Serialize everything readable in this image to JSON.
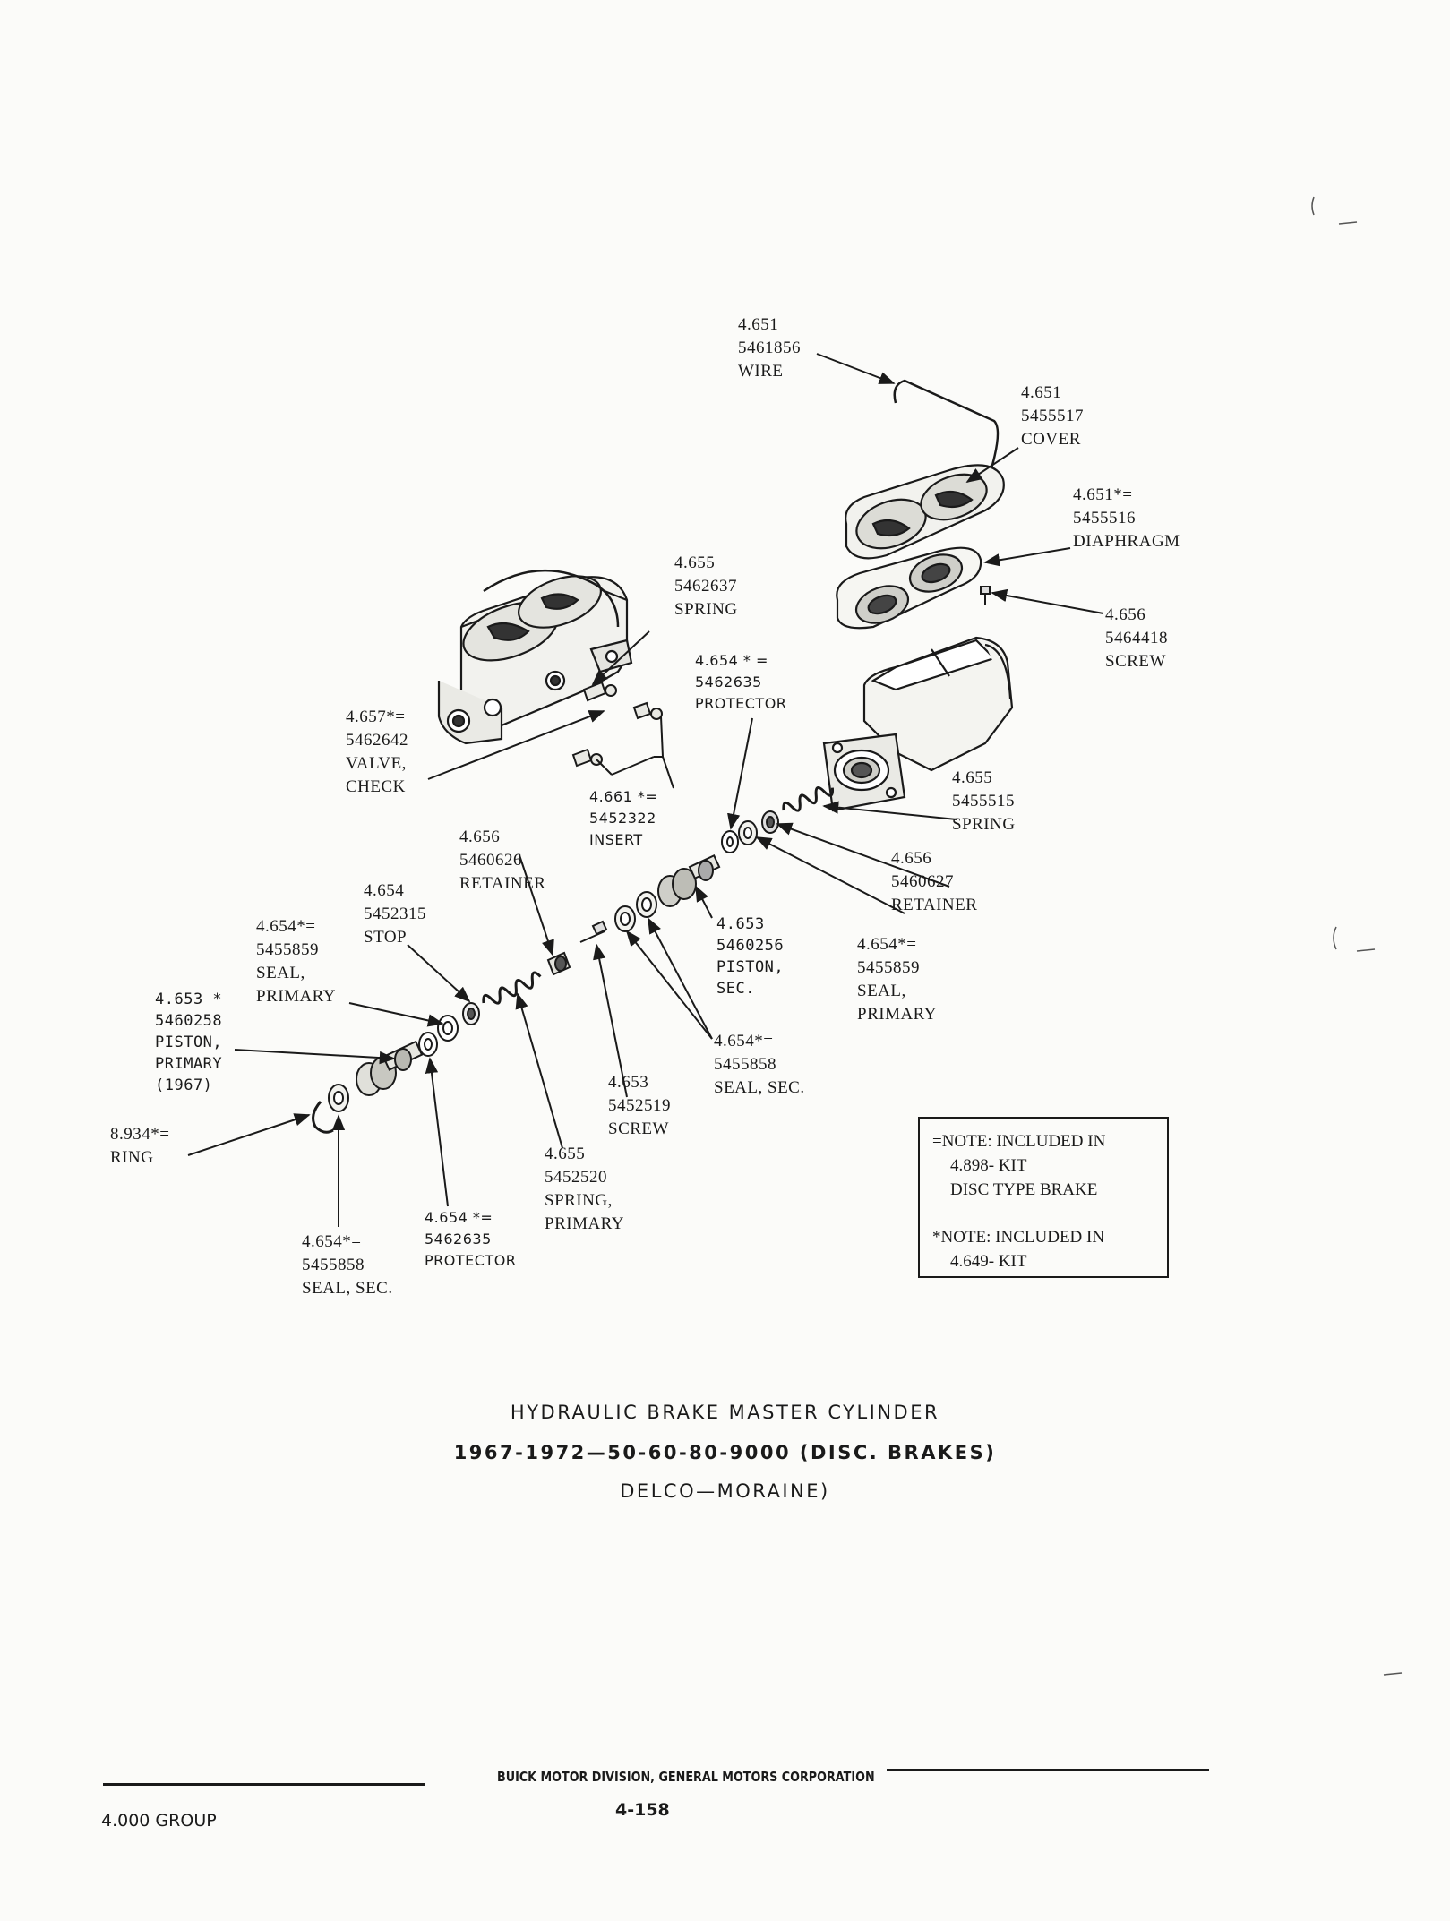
{
  "callouts": {
    "wire": [
      "4.651",
      "5461856",
      "WIRE"
    ],
    "cover": [
      "4.651",
      "5455517",
      "COVER"
    ],
    "diaphragm": [
      "4.651*=",
      "5455516",
      "DIAPHRAGM"
    ],
    "screw_upper": [
      "4.656",
      "5464418",
      "SCREW"
    ],
    "spring_upper": [
      "4.655",
      "5462637",
      "SPRING"
    ],
    "protector_upper": [
      "4.654 * =",
      "5462635",
      "PROTECTOR"
    ],
    "valve_check": [
      "4.657*=",
      "5462642",
      "VALVE,",
      "CHECK"
    ],
    "insert": [
      "4.661 *=",
      "5452322",
      "INSERT"
    ],
    "spring_right": [
      "4.655",
      "5455515",
      "SPRING"
    ],
    "retainer_mid": [
      "4.656",
      "5460626",
      "RETAINER"
    ],
    "retainer_right": [
      "4.656",
      "5460627",
      "RETAINER"
    ],
    "stop": [
      "4.654",
      "5452315",
      "STOP"
    ],
    "seal_primary_left": [
      "4.654*=",
      "5455859",
      "SEAL,",
      "PRIMARY"
    ],
    "piston_sec": [
      "4.653",
      "5460256",
      "PISTON,",
      "SEC."
    ],
    "seal_primary_right": [
      "4.654*=",
      "5455859",
      "SEAL,",
      "PRIMARY"
    ],
    "piston_primary": [
      "4.653 *",
      "5460258",
      "PISTON,",
      "PRIMARY",
      "(1967)"
    ],
    "seal_sec_mid": [
      "4.654*=",
      "5455858",
      "SEAL, SEC."
    ],
    "screw_mid": [
      "4.653",
      "5452519",
      "SCREW"
    ],
    "ring": [
      "8.934*=",
      "RING"
    ],
    "spring_primary": [
      "4.655",
      "5452520",
      "SPRING,",
      "PRIMARY"
    ],
    "protector_lower": [
      "4.654 *=",
      "5462635",
      "PROTECTOR"
    ],
    "seal_sec_bottom": [
      "4.654*=",
      "5455858",
      "SEAL, SEC."
    ]
  },
  "note": {
    "line1": "=NOTE: INCLUDED IN",
    "line2": "4.898- KIT",
    "line3": "DISC TYPE BRAKE",
    "line4": "*NOTE: INCLUDED IN",
    "line5": "4.649- KIT"
  },
  "title": {
    "line1": "HYDRAULIC BRAKE MASTER CYLINDER",
    "line2": "1967-1972—50-60-80-9000 (DISC. BRAKES)",
    "line3": "DELCO—MORAINE)"
  },
  "footer": {
    "publisher": "BUICK MOTOR DIVISION, GENERAL MOTORS CORPORATION",
    "page_number": "4-158",
    "group": "4.000 GROUP"
  }
}
